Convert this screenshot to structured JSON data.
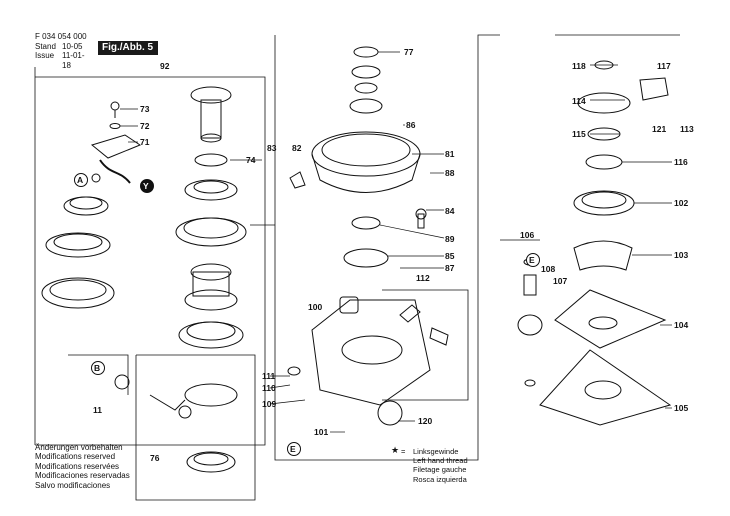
{
  "header": {
    "part_number": "F 034 054 000",
    "stand_label": "Stand",
    "stand_value": "10-05",
    "issue_label": "Issue",
    "issue_value": "11-01-18",
    "figure": "Fig./Abb. 5"
  },
  "labels": {
    "l92": "92",
    "l73": "73",
    "l72": "72",
    "l71": "71",
    "l74": "74",
    "lA": "A",
    "lY": "Y",
    "lB": "B",
    "lE": "E",
    "lE2": "E",
    "l11": "11",
    "l76": "76",
    "l77": "77",
    "l86": "86",
    "l83": "83",
    "l82": "82",
    "l81": "81",
    "l88": "88",
    "l84": "84",
    "l89": "89",
    "l85": "85",
    "l87": "87",
    "l112": "112",
    "l100": "100",
    "l111": "111",
    "l110": "110",
    "l109": "109",
    "l101": "101",
    "l120": "120",
    "l118": "118",
    "l117": "117",
    "l114": "114",
    "l121": "121",
    "l113": "113",
    "l115": "115",
    "l116": "116",
    "l102": "102",
    "l103": "103",
    "l106": "106",
    "l108": "108",
    "l107": "107",
    "l104": "104",
    "l105": "105"
  },
  "notes": [
    "Änderungen vorbehalten",
    "Modifications reserved",
    "Modifications reservées",
    "Modificaciones reservadas",
    "Salvo modificaciones"
  ],
  "legend": {
    "symbol": "★",
    "eq": "=",
    "lines": [
      "Linksgewinde",
      "Left hand thread",
      "Filetage gauche",
      "Rosca izquierda"
    ]
  }
}
